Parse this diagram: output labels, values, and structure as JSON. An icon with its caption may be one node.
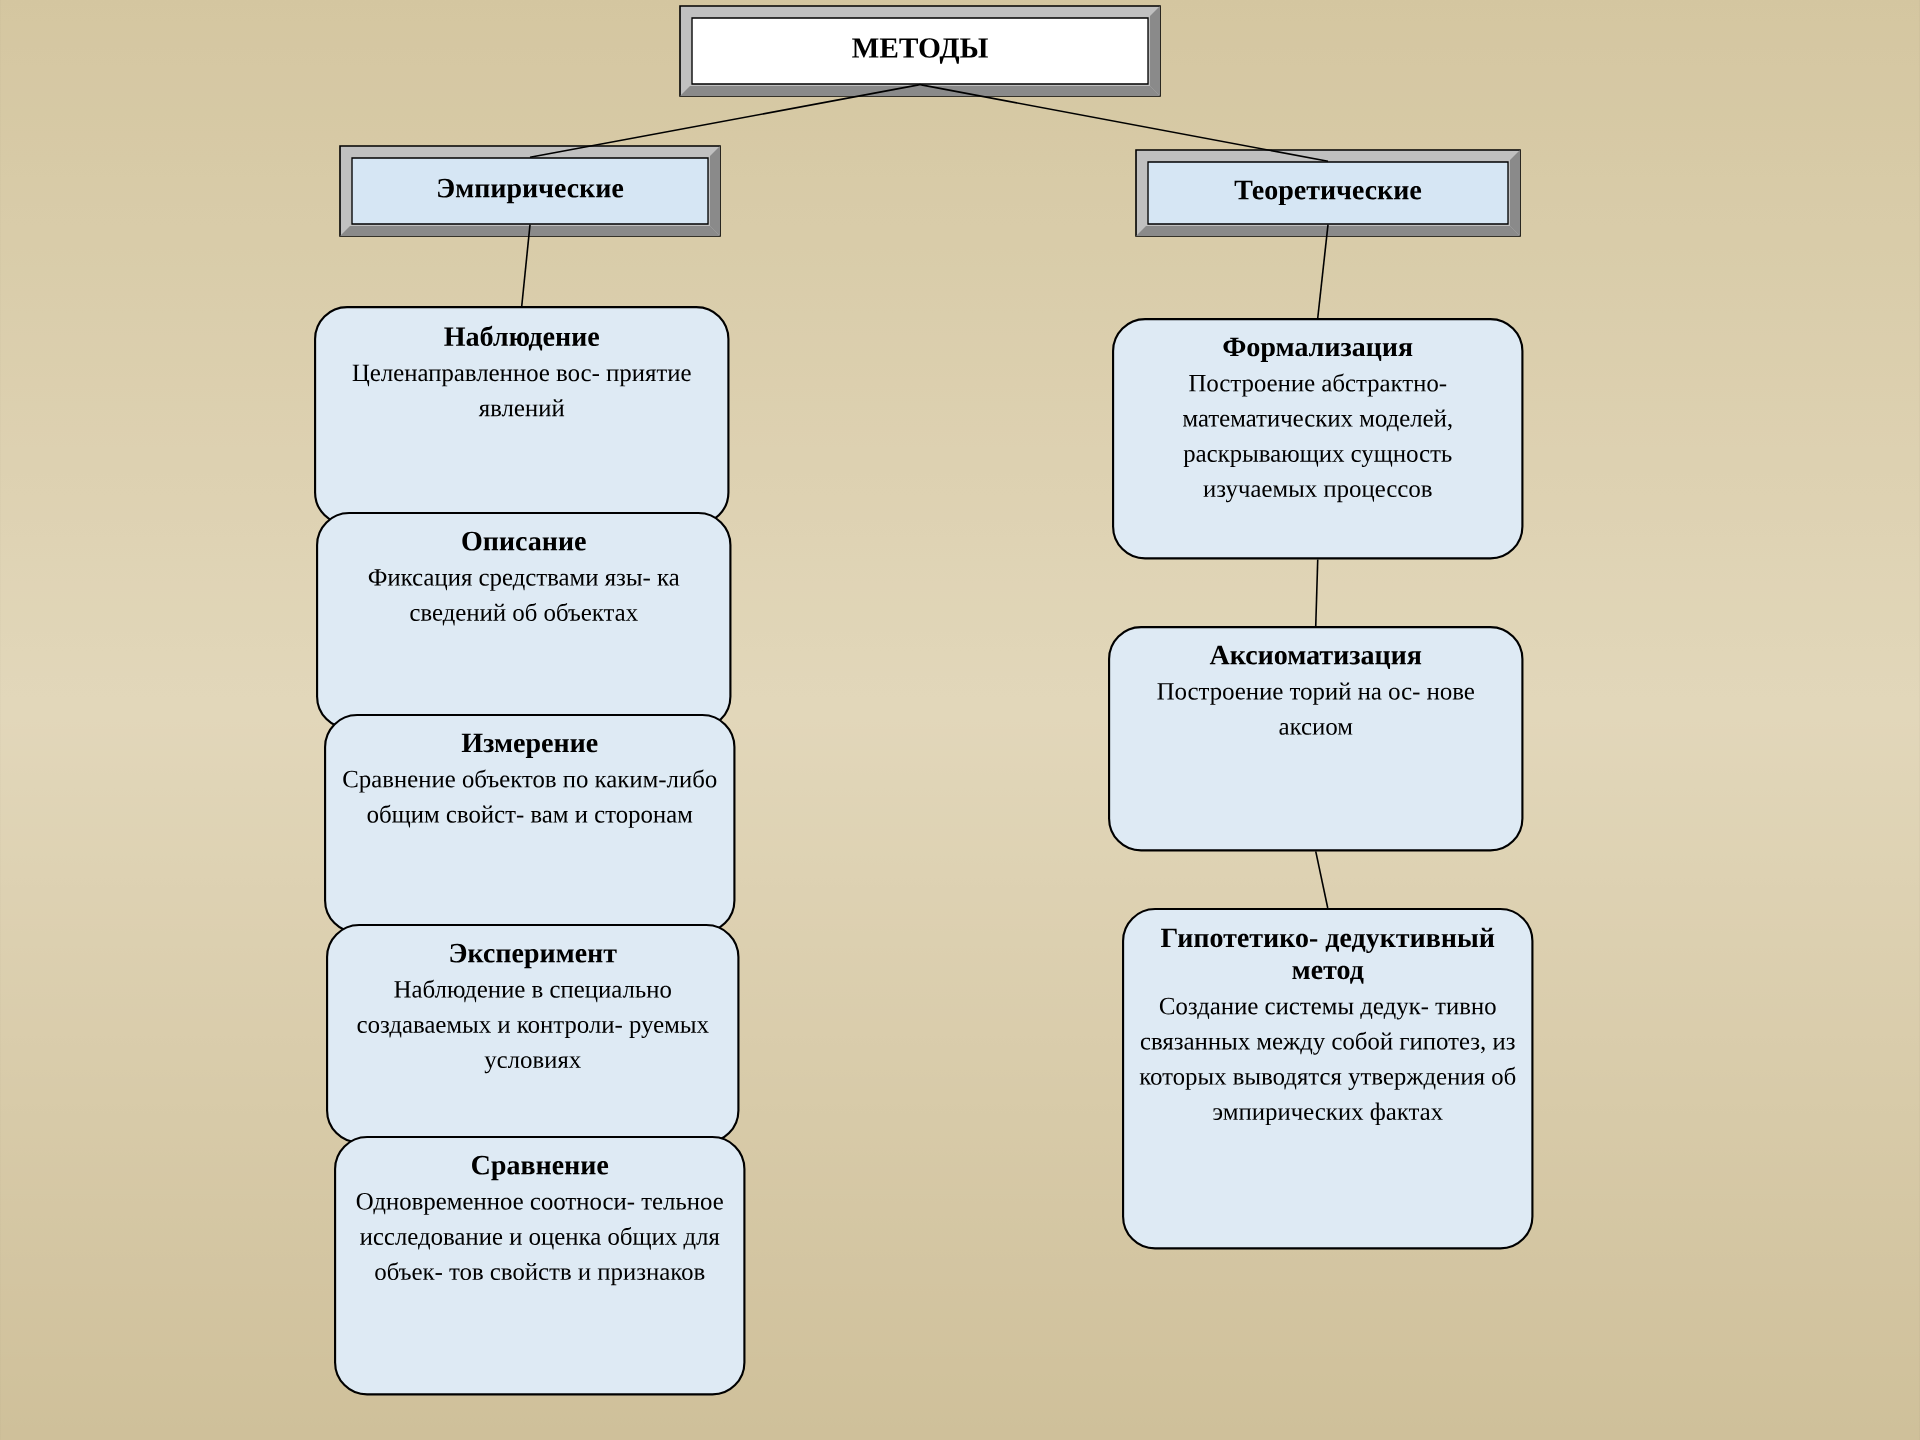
{
  "diagram": {
    "nodes": [
      {
        "text": [
          "МЕТОДЫ"
        ]
      },
      {
        "text": [
          "Эмпирические"
        ]
      },
      {
        "text": [
          "Теоретические"
        ]
      },
      {
        "text": [
          "Наблюдение",
          "Целенаправленное вос- приятие явлений"
        ]
      },
      {
        "text": [
          "Описание",
          "Фиксация средствами язы- ка сведений об объектах"
        ]
      },
      {
        "text": [
          "Измерение",
          "Сравнение объектов по каким-либо общим свойст- вам и сторонам"
        ]
      },
      {
        "text": [
          "Эксперимент",
          "Наблюдение в специально создаваемых и контроли- руемых условиях"
        ]
      },
      {
        "text": [
          "Сравнение",
          "Одновременное соотноси- тельное исследование и оценка общих для объек- тов свойств и признаков"
        ]
      },
      {
        "text": [
          "Формализация",
          "Построение абстрактно- математических моделей, раскрывающих сущность изучаемых процессов"
        ]
      },
      {
        "text": [
          "Аксиоматизация",
          "Построение торий на ос- нове аксиом"
        ]
      },
      {
        "text": [
          "Гипотетико- дедуктивный метод",
          "Создание системы дедук- тивно связанных между собой гипотез, из которых выводятся утверждения об эмпирических фактах"
        ]
      }
    ],
    "edges": [
      {
        "from": 0,
        "to": 1,
        "arrow": "none"
      },
      {
        "from": 0,
        "to": 2,
        "arrow": "none"
      },
      {
        "from": 1,
        "to": 3,
        "arrow": "none"
      },
      {
        "from": 2,
        "to": 8,
        "arrow": "none"
      },
      {
        "from": 8,
        "to": 9,
        "arrow": "none"
      },
      {
        "from": 9,
        "to": 10,
        "arrow": "none"
      }
    ]
  }
}
